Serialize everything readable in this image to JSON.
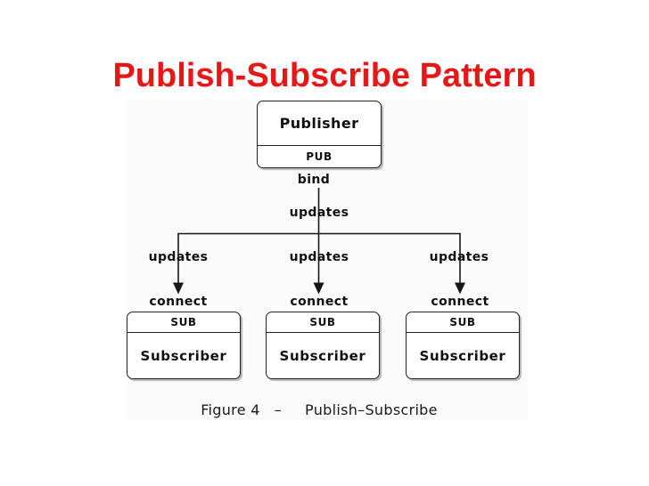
{
  "title": "Publish-Subscribe Pattern",
  "colors": {
    "title_red": "#e61717",
    "diagram_ink": "#111111",
    "node_fill": "#ffffff",
    "page_background": "#ffffff"
  },
  "publisher": {
    "name": "Publisher",
    "port": "PUB"
  },
  "bind_label": "bind",
  "root_updates_label": "updates",
  "branches": [
    {
      "updates": "updates",
      "connect": "connect"
    },
    {
      "updates": "updates",
      "connect": "connect"
    },
    {
      "updates": "updates",
      "connect": "connect"
    }
  ],
  "subscribers": [
    {
      "port": "SUB",
      "name": "Subscriber"
    },
    {
      "port": "SUB",
      "name": "Subscriber"
    },
    {
      "port": "SUB",
      "name": "Subscriber"
    }
  ],
  "caption": {
    "figure_label": "Figure 4",
    "separator": "–",
    "pattern_name": "Publish–Subscribe"
  }
}
